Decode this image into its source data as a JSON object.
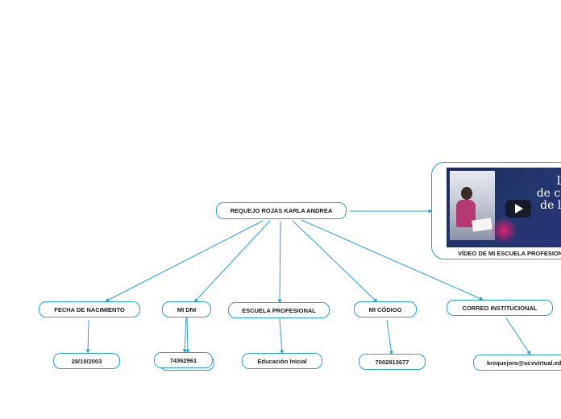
{
  "root": {
    "label": "REQUEJO ROJAS KARLA ANDREA"
  },
  "branches": [
    {
      "label": "FECHA DE NACIMIENTO",
      "child": "28/10/2003"
    },
    {
      "label": "MI DNI",
      "child": "74362961"
    },
    {
      "label": "ESCUELA PROFESIONAL",
      "child": "Educación Inicial"
    },
    {
      "label": "MI CÓDIGO",
      "child": "7002813677"
    },
    {
      "label": "CORREO INSTITUCIONAL",
      "child": "krequejoro@ucvvirtual.edu.pe"
    }
  ],
  "video": {
    "caption": "VÍDEO DE MI ESCUELA PROFESIONAL",
    "thumb_text": "La i\nde carr\nde la v",
    "icon": "play-icon"
  },
  "colors": {
    "line": "#2a9fd8",
    "border": "#2a9fd8",
    "text": "#1a1a1a"
  }
}
